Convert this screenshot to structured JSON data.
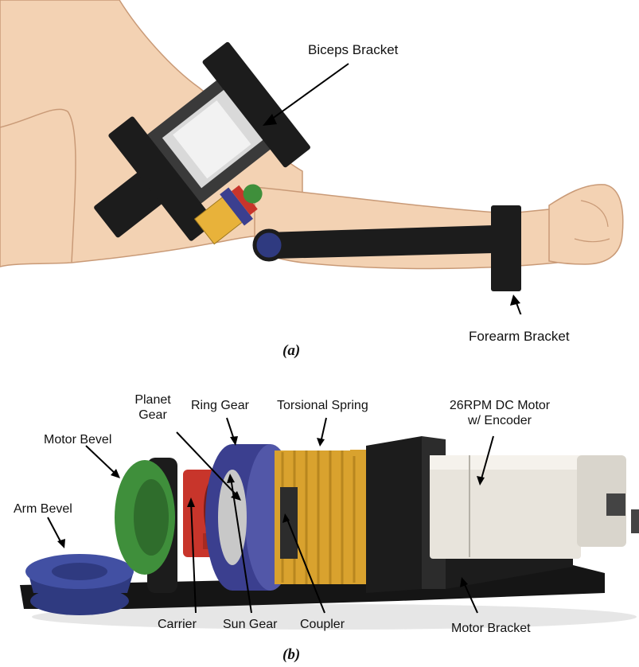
{
  "panel_a": {
    "caption": "(a)",
    "labels": {
      "biceps_bracket": "Biceps Bracket",
      "forearm_bracket": "Forearm Bracket"
    }
  },
  "panel_b": {
    "caption": "(b)",
    "labels": {
      "planet_gear_line1": "Planet",
      "planet_gear_line2": "Gear",
      "ring_gear": "Ring Gear",
      "torsional_spring": "Torsional Spring",
      "motor_line1": "26RPM DC Motor",
      "motor_line2": "w/ Encoder",
      "motor_bevel": "Motor Bevel",
      "arm_bevel": "Arm Bevel",
      "carrier": "Carrier",
      "sun_gear": "Sun Gear",
      "coupler": "Coupler",
      "motor_bracket": "Motor Bracket"
    }
  },
  "colors": {
    "skin": "#f3d2b3",
    "skin_outline": "#c99a77",
    "bracket": "#1c1c1c",
    "spring": "#e8b23a",
    "ring_gear": "#3b3f8f",
    "carrier": "#c8352b",
    "bevel_green": "#3f8f3b",
    "arm_bevel": "#2f3a80",
    "motor_body": "#e8e4dc"
  }
}
